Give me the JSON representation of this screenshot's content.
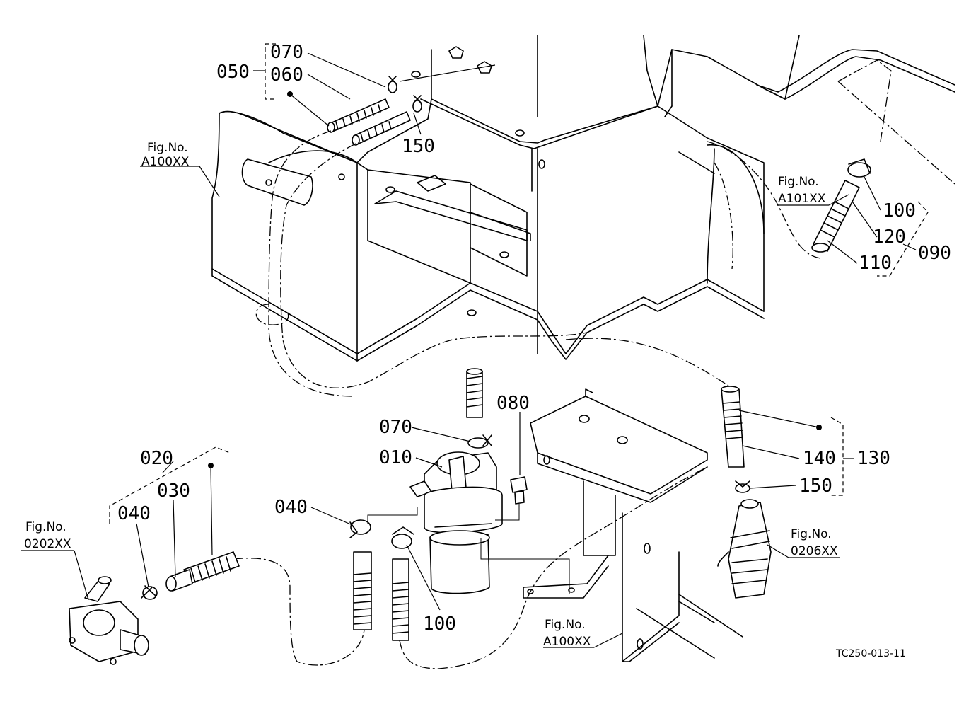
{
  "callouts": {
    "c050": "050",
    "c070_top": "070",
    "c060": "060",
    "c150_top": "150",
    "c100_right": "100",
    "c120": "120",
    "c110": "110",
    "c090": "090",
    "c080": "080",
    "c070_mid": "070",
    "c010": "010",
    "c040_mid": "040",
    "c100_bottom": "100",
    "c020": "020",
    "c030": "030",
    "c040_left": "040",
    "c140": "140",
    "c130": "130",
    "c150_right": "150"
  },
  "figure_refs": {
    "a100xx_top": {
      "line1": "Fig.No.",
      "line2": "A100XX"
    },
    "a101xx": {
      "line1": "Fig.No.",
      "line2": "A101XX"
    },
    "f0202xx": {
      "line1": "Fig.No.",
      "line2": "0202XX"
    },
    "f0206xx": {
      "line1": "Fig.No.",
      "line2": "0206XX"
    },
    "a100xx_bottom": {
      "line1": "Fig.No.",
      "line2": "A100XX"
    }
  },
  "drawing_code": "TC250-013-11"
}
